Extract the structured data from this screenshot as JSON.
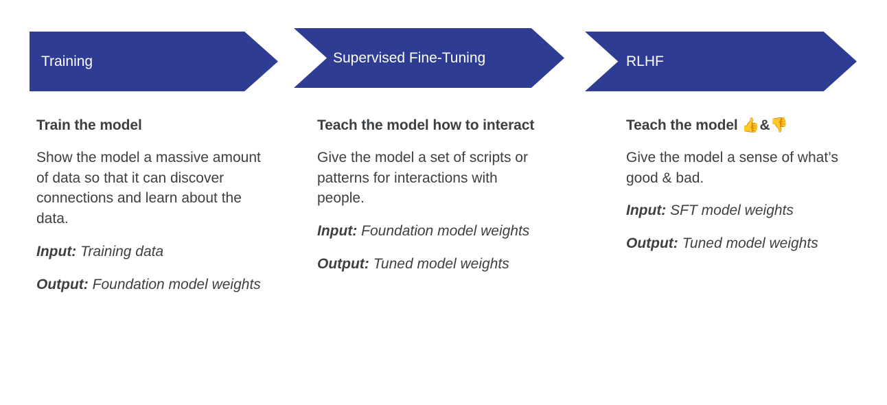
{
  "stages": [
    {
      "banner_label": "Training",
      "heading": "Train the model",
      "body": "Show the model a massive amount of data so that it can discover connections and learn about the data.",
      "input_label": "Input:",
      "input_value": "Training data",
      "output_label": "Output:",
      "output_value": "Foundation model weights"
    },
    {
      "banner_label": "Supervised Fine-Tuning",
      "heading": "Teach the model how to interact",
      "body": "Give the model a set of scripts or patterns for interactions with people.",
      "input_label": "Input:",
      "input_value": "Foundation model weights",
      "output_label": "Output:",
      "output_value": "Tuned model weights"
    },
    {
      "banner_label": "RLHF",
      "heading_text": "Teach the model ",
      "heading_emoji_up": "👍",
      "heading_amp": "&",
      "heading_emoji_down": "👎",
      "heading": "Teach the model 👍&👎",
      "body": "Give the model a sense of what’s good & bad.",
      "input_label": "Input:",
      "input_value": "SFT model weights",
      "output_label": "Output:",
      "output_value": "Tuned model weights"
    }
  ],
  "colors": {
    "banner_blue": "#2E3C94",
    "text_gray": "#3C4043",
    "background": "#FFFFFF",
    "banner_text": "#FFFFFF"
  }
}
